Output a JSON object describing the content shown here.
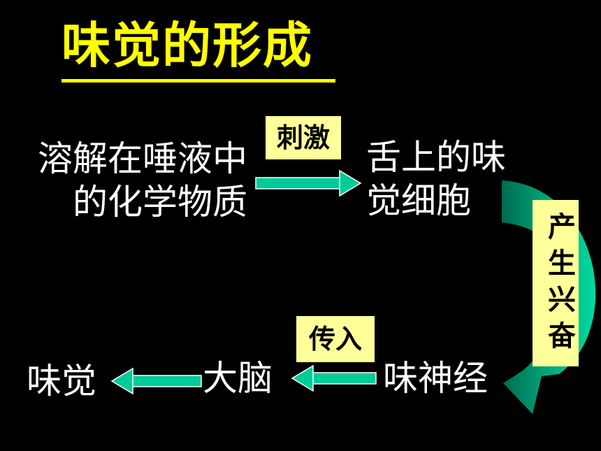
{
  "title": "味觉的形成",
  "nodes": {
    "dissolved": {
      "line1": "溶解在唾液中",
      "line2": "的化学物质"
    },
    "taste_cells": {
      "line1": "舌上的味",
      "line2": "觉细胞"
    },
    "taste_nerve": "味神经",
    "brain": "大脑",
    "taste": "味觉"
  },
  "labels": {
    "stimulate": "刺激",
    "excite": "产生兴奋",
    "transmit": "传入"
  },
  "colors": {
    "background": "#000000",
    "title": "#FFFF00",
    "text": "#FFFFFF",
    "label_bg": "#FFFF99",
    "arrow": "#00CC99",
    "arrow_dark": "#007A5C"
  }
}
